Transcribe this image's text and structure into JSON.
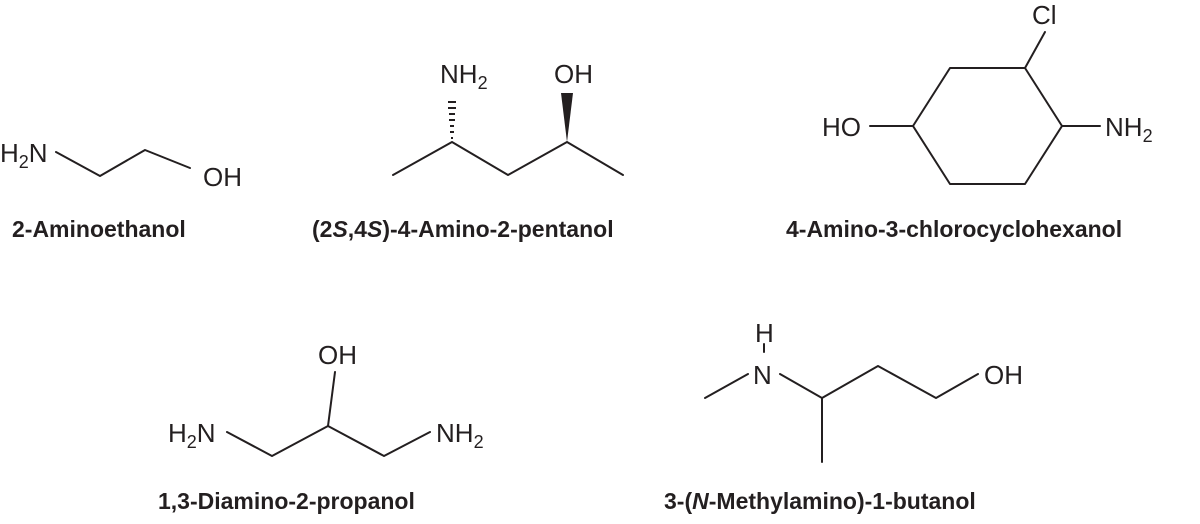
{
  "compounds": [
    {
      "name": "2-Aminoethanol",
      "atoms": {
        "nh2": {
          "main": "H",
          "sub": "2",
          "tail": "N"
        },
        "oh": "OH"
      }
    },
    {
      "name_parts": [
        "(2",
        "S",
        ",4",
        "S",
        ")-4-Amino-2-pentanol"
      ],
      "atoms": {
        "nh2": {
          "main": "NH",
          "sub": "2"
        },
        "oh": "OH"
      }
    },
    {
      "name": "4-Amino-3-chlorocyclohexanol",
      "atoms": {
        "cl": "Cl",
        "ho": "HO",
        "nh2": {
          "main": "NH",
          "sub": "2"
        }
      }
    },
    {
      "name": "1,3-Diamino-2-propanol",
      "atoms": {
        "oh": "OH",
        "h2n": {
          "main": "H",
          "sub": "2",
          "tail": "N"
        },
        "nh2": {
          "main": "NH",
          "sub": "2"
        }
      }
    },
    {
      "name_parts": [
        "3-(",
        "N",
        "-Methylamino)-1-butanol"
      ],
      "atoms": {
        "h": "H",
        "n": "N",
        "oh": "OH"
      }
    }
  ]
}
